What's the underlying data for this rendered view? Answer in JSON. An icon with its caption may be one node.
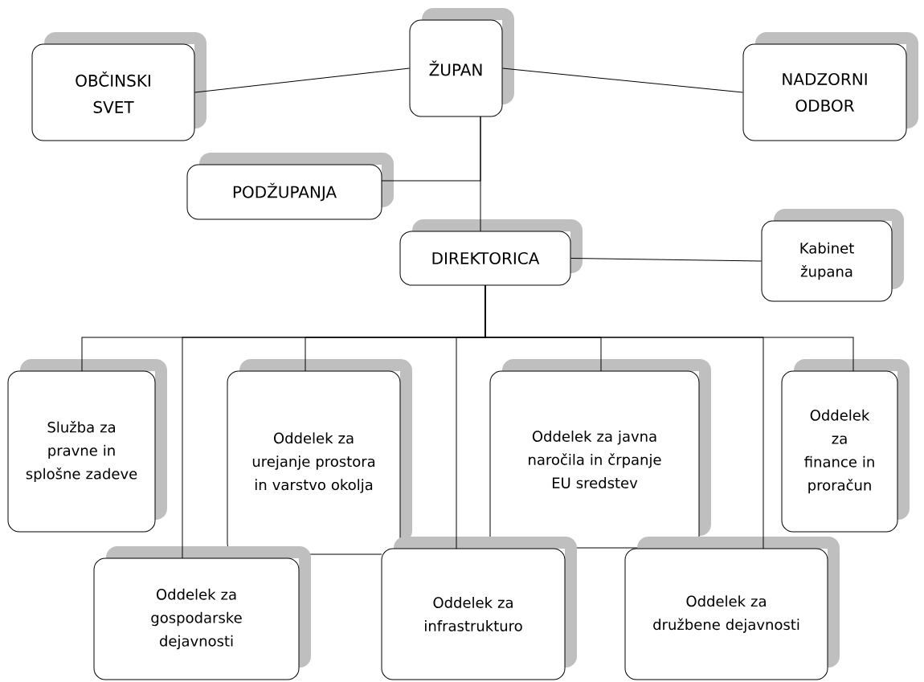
{
  "diagram": {
    "nodes": [
      {
        "text": [
          "ŽUPAN"
        ]
      },
      {
        "text": [
          "OBČINSKI SVET"
        ]
      },
      {
        "text": [
          "NADZORNI ODBOR"
        ]
      },
      {
        "text": [
          "PODŽUPANJA"
        ]
      },
      {
        "text": [
          "DIREKTORICA"
        ]
      },
      {
        "text": [
          "Kabinet župana"
        ]
      },
      {
        "text": [
          "Služba za pravne in splošne zadeve"
        ]
      },
      {
        "text": [
          "Oddelek za urejanje prostora in varstvo okolja"
        ]
      },
      {
        "text": [
          "Oddelek za javna naročila in črpanje EU sredstev"
        ]
      },
      {
        "text": [
          "Oddelek za finance in proračun"
        ]
      },
      {
        "text": [
          "Oddelek za gospodarske dejavnosti"
        ]
      },
      {
        "text": [
          "Oddelek za infrastrukturo"
        ]
      },
      {
        "text": [
          "Oddelek za družbene dejavnosti"
        ]
      }
    ],
    "edges": [
      {
        "from": 1,
        "to": 0,
        "arrow": "none"
      },
      {
        "from": 0,
        "to": 2,
        "arrow": "none"
      },
      {
        "from": 0,
        "to": 4,
        "arrow": "none"
      },
      {
        "from": 0,
        "to": 3,
        "arrow": "none"
      },
      {
        "from": 4,
        "to": 5,
        "arrow": "none"
      },
      {
        "from": 4,
        "to": 6,
        "arrow": "none"
      },
      {
        "from": 4,
        "to": 10,
        "arrow": "none"
      },
      {
        "from": 4,
        "to": 7,
        "arrow": "none"
      },
      {
        "from": 4,
        "to": 11,
        "arrow": "none"
      },
      {
        "from": 4,
        "to": 8,
        "arrow": "none"
      },
      {
        "from": 4,
        "to": 12,
        "arrow": "none"
      },
      {
        "from": 4,
        "to": 9,
        "arrow": "none"
      }
    ]
  }
}
